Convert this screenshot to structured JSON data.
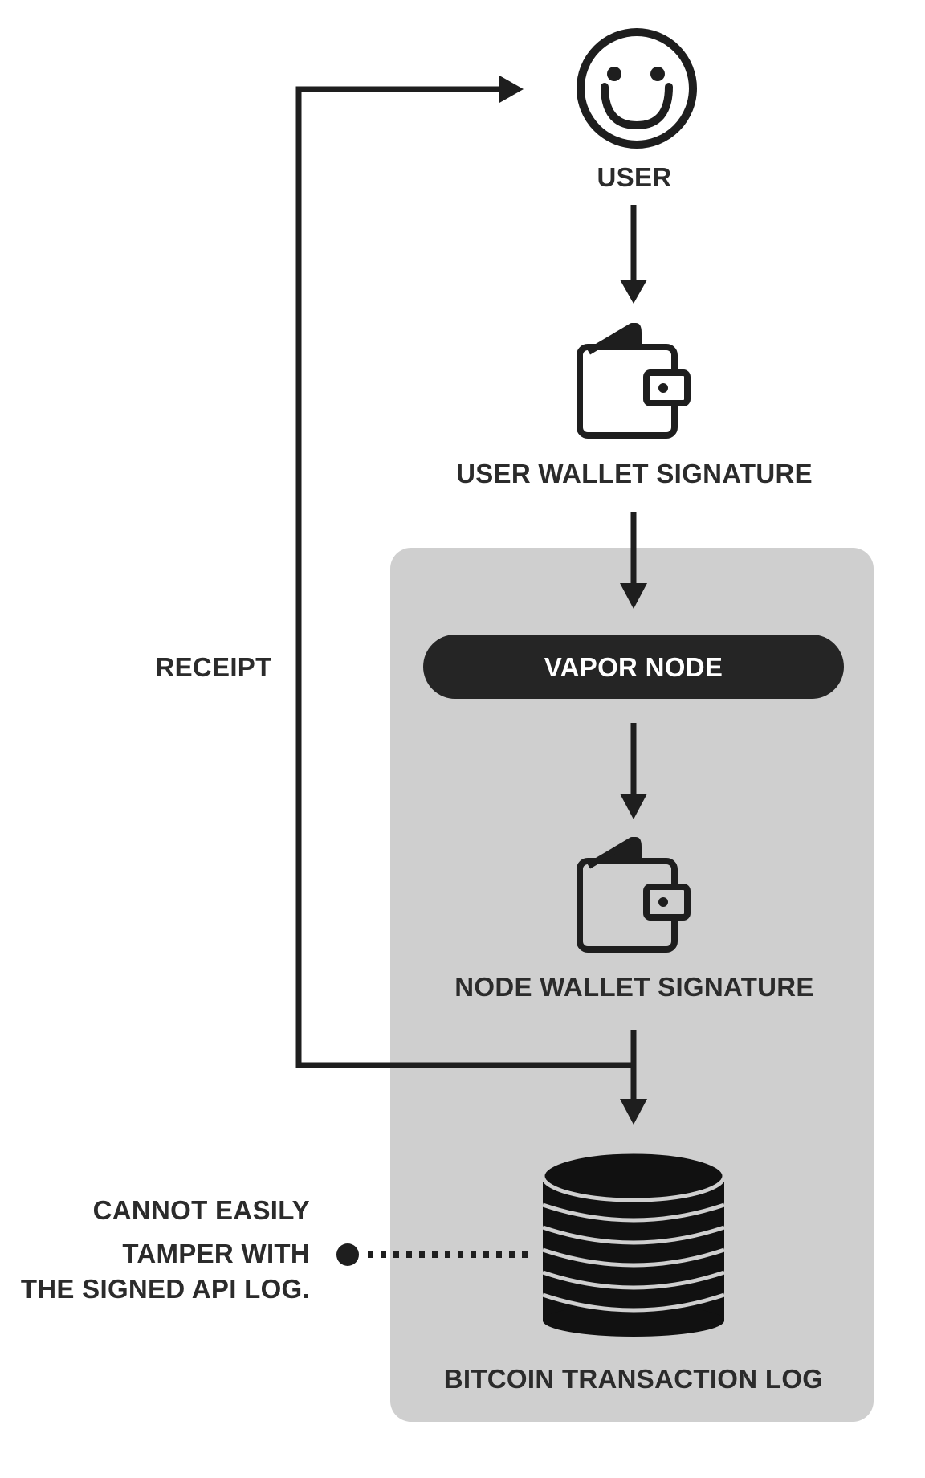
{
  "nodes": {
    "user": "USER",
    "user_wallet": "USER WALLET SIGNATURE",
    "vapor_node": "VAPOR NODE",
    "node_wallet": "NODE WALLET SIGNATURE",
    "bitcoin_log": "BITCOIN TRANSACTION LOG"
  },
  "edges": {
    "receipt": "RECEIPT"
  },
  "annotation": {
    "lines": [
      "CANNOT EASILY",
      "TAMPER WITH",
      "THE SIGNED API LOG."
    ]
  },
  "colors": {
    "ink": "#1e1e1e",
    "panel": "#cfcfcf",
    "pill": "#252525",
    "text": "#2b2b2b"
  },
  "icons": {
    "user": "smiley-face-icon",
    "user_wallet": "wallet-icon",
    "node_wallet": "wallet-icon",
    "bitcoin_log": "database-stack-icon"
  }
}
